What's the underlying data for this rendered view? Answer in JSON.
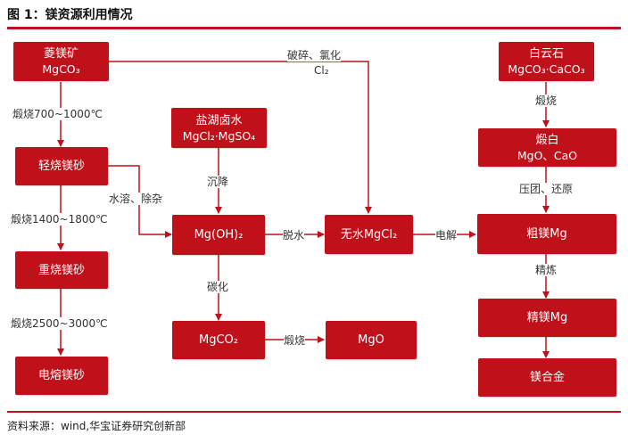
{
  "figure": {
    "title": "图 1：镁资源利用情况",
    "source": "资料来源：wind,华宝证券研究创新部"
  },
  "nodes": {
    "magnesite": {
      "line1": "菱镁矿",
      "line2": "MgCO₃"
    },
    "light_burned": {
      "line1": "轻烧镁砂"
    },
    "dead_burned": {
      "line1": "重烧镁砂"
    },
    "fused": {
      "line1": "电熔镁砂"
    },
    "salt_lake": {
      "line1": "盐湖卤水",
      "line2": "MgCl₂·MgSO₄"
    },
    "mg_oh2": {
      "line1": "Mg(OH)₂"
    },
    "mgco2": {
      "line1": "MgCO₂"
    },
    "mgo": {
      "line1": "MgO"
    },
    "anhydrous": {
      "line1": "无水MgCl₂"
    },
    "dolomite": {
      "line1": "白云石",
      "line2": "MgCO₃·CaCO₃"
    },
    "calcined": {
      "line1": "煅白",
      "line2": "MgO、CaO"
    },
    "crude_mg": {
      "line1": "粗镁Mg"
    },
    "refined_mg": {
      "line1": "精镁Mg"
    },
    "alloy": {
      "line1": "镁合金"
    }
  },
  "edges": {
    "calcine_700": "煅烧700~1000℃",
    "calcine_1400": "煅烧1400~1800℃",
    "calcine_2500": "煅烧2500~3000℃",
    "water_dissolve": "水溶、除杂",
    "crush_chlorinate_1": "破碎、氯化",
    "crush_chlorinate_2": "Cl₂",
    "settle": "沉降",
    "dehydrate": "脱水",
    "electrolysis": "电解",
    "carbonize": "碳化",
    "calcine": "煅烧",
    "dolomite_calcine": "煅烧",
    "briquette_reduce": "压团、还原",
    "refine": "精炼"
  },
  "colors": {
    "box": "#c0101a",
    "arrow": "#c0101a",
    "rule": "#c0101a"
  }
}
